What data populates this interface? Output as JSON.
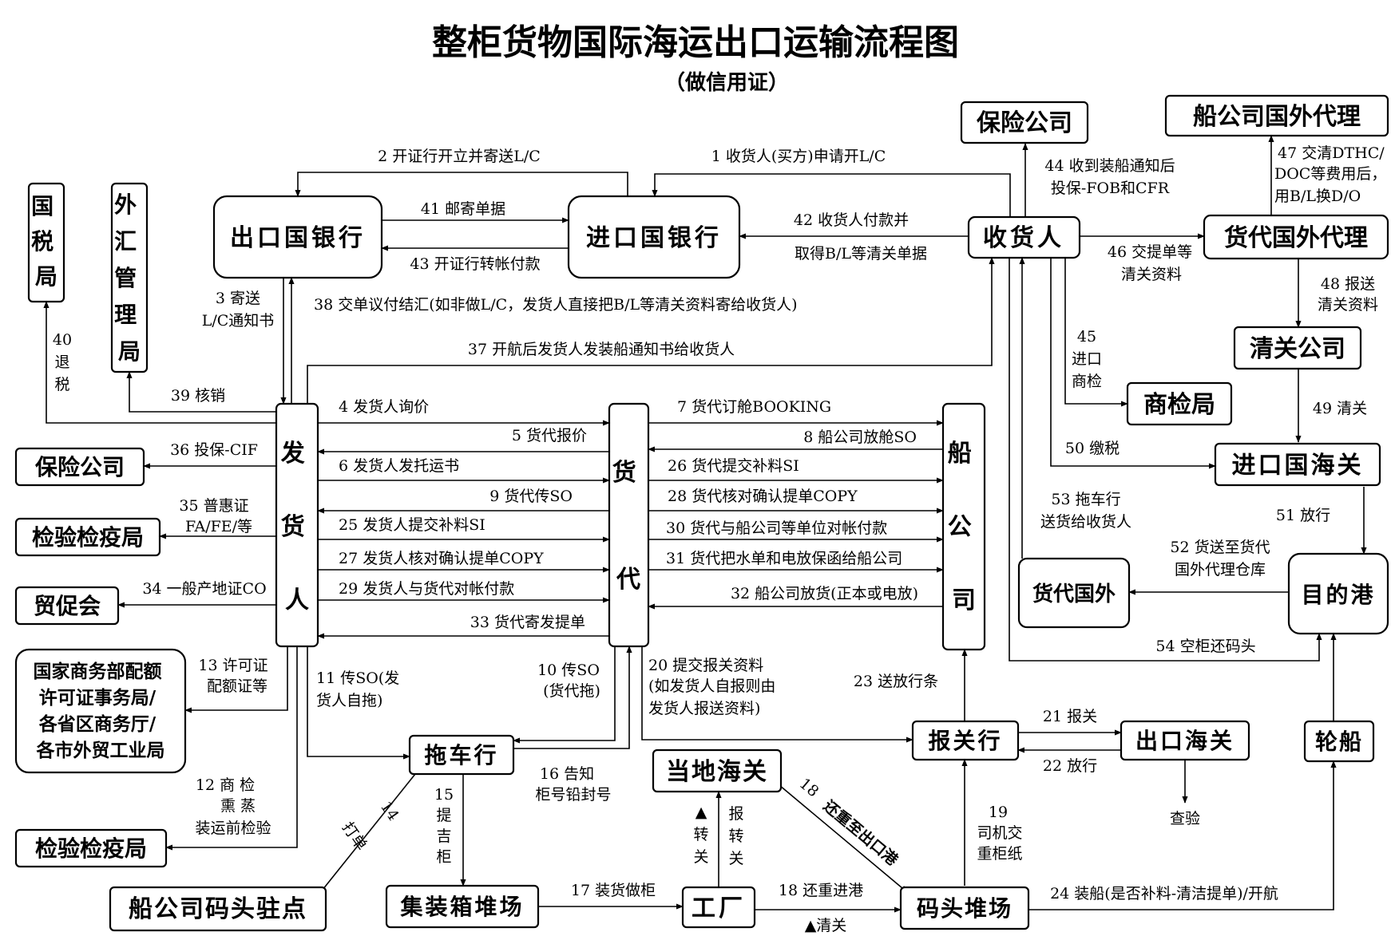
{
  "title": "整柜货物国际海运出口运输流程图",
  "subtitle": "（做信用证）",
  "nodes": {
    "guoshuiju": "国税局",
    "waihuiju": "外汇管理局",
    "ckbank": "出口国银行",
    "jkbank": "进口国银行",
    "shouhuoren": "收货人",
    "baoxian_top": "保险公司",
    "chuangongsi_agent": "船公司国外代理",
    "huodai_agent": "货代国外代理",
    "qingguan": "清关公司",
    "shangjian": "商检局",
    "jk_customs": "进口国海关",
    "mudigang": "目的港",
    "huodai_foreign": "货代国外",
    "fahuoren": "发货人",
    "huodai": "货代",
    "chuangongsi": "船公司",
    "baoxian_left": "保险公司",
    "jianyi1": "检验检疫局",
    "maocuhui": "贸促会",
    "shangwubu": [
      "国家商务部配额",
      "许可证事务局/",
      "各省区商务厅/",
      "各市外贸工业局"
    ],
    "jianyi2": "检验检疫局",
    "chuandian": "船公司码头驻点",
    "tuoche": "拖车行",
    "jizhuangxiang": "集装箱堆场",
    "gongchang": "工厂",
    "difang_customs": "当地海关",
    "matou": "码头堆场",
    "baoguanhang": "报关行",
    "ck_customs": "出口海关",
    "lunchuan": "轮船"
  },
  "edges": {
    "e1": "1 收货人(买方)申请开L/C",
    "e2": "2 开证行开立并寄送L/C",
    "e3a": "3 寄送",
    "e3b": "L/C通知书",
    "e4": "4 发货人询价",
    "e5": "5 货代报价",
    "e6": "6 发货人发托运书",
    "e7": "7 货代订舱BOOKING",
    "e8": "8 船公司放舱SO",
    "e9": "9 货代传SO",
    "e10a": "10 传SO",
    "e10b": "(货代拖)",
    "e11a": "11 传SO(发",
    "e11b": "货人自拖)",
    "e12a": "12 商 检",
    "e12b": "熏 蒸",
    "e12c": "装运前检验",
    "e13a": "13 许可证",
    "e13b": "配额证等",
    "e14a": "14",
    "e14b": "打单",
    "e15": [
      "15",
      "提",
      "吉",
      "柜"
    ],
    "e16a": "16 告知",
    "e16b": "柜号铅封号",
    "e17": "17 装货做柜",
    "e18": "18 还重进港",
    "e18b": "18",
    "e18c": "还重至出口港",
    "e19": [
      "19",
      "司机交",
      "重柜纸"
    ],
    "e20a": "20 提交报关资料",
    "e20b": "(如发货人自报则由",
    "e20c": "发货人报送资料)",
    "e21": "21 报关",
    "e22": "22 放行",
    "e23": "23 送放行条",
    "e24": "24 装船(是否补料-清洁提单)/开航",
    "e25": "25 发货人提交补料SI",
    "e26": "26 货代提交补料SI",
    "e27": "27 发货人核对确认提单COPY",
    "e28": "28 货代核对确认提单COPY",
    "e29": "29 发货人与货代对帐付款",
    "e30": "30 货代与船公司等单位对帐付款",
    "e31": "31 货代把水单和电放保函给船公司",
    "e32": "32 船公司放货(正本或电放)",
    "e33": "33 货代寄发提单",
    "e34": "34 一般产地证CO",
    "e35a": "35 普惠证",
    "e35b": "FA/FE/等",
    "e36": "36 投保-CIF",
    "e37": "37 开航后发货人发装船通知书给收货人",
    "e38": "38 交单议付结汇(如非做L/C，发货人直接把B/L等清关资料寄给收货人)",
    "e39": "39 核销",
    "e40": [
      "40",
      "退",
      "税"
    ],
    "e41": "41 邮寄单据",
    "e42a": "42 收货人付款并",
    "e42b": "取得B/L等清关单据",
    "e43": "43 开证行转帐付款",
    "e44a": "44 收到装船通知后",
    "e44b": "投保-FOB和CFR",
    "e45": [
      "45",
      "进口",
      "商检"
    ],
    "e46a": "46 交提单等",
    "e46b": "清关资料",
    "e47a": "47 交清DTHC/",
    "e47b": "DOC等费用后，",
    "e47c": "用B/L换D/O",
    "e48a": "48 报送",
    "e48b": "清关资料",
    "e49": "49 清关",
    "e50": "50 缴税",
    "e51": "51 放行",
    "e52a": "52 货送至货代",
    "e52b": "国外代理仓库",
    "e53a": "53 拖车行",
    "e53b": "送货给收货人",
    "e54": "54 空柜还码头",
    "zhuanguan": "▲转关",
    "baozhuanguan": "报转关",
    "qingguan_note": "▲清关",
    "chayan": "查验"
  }
}
